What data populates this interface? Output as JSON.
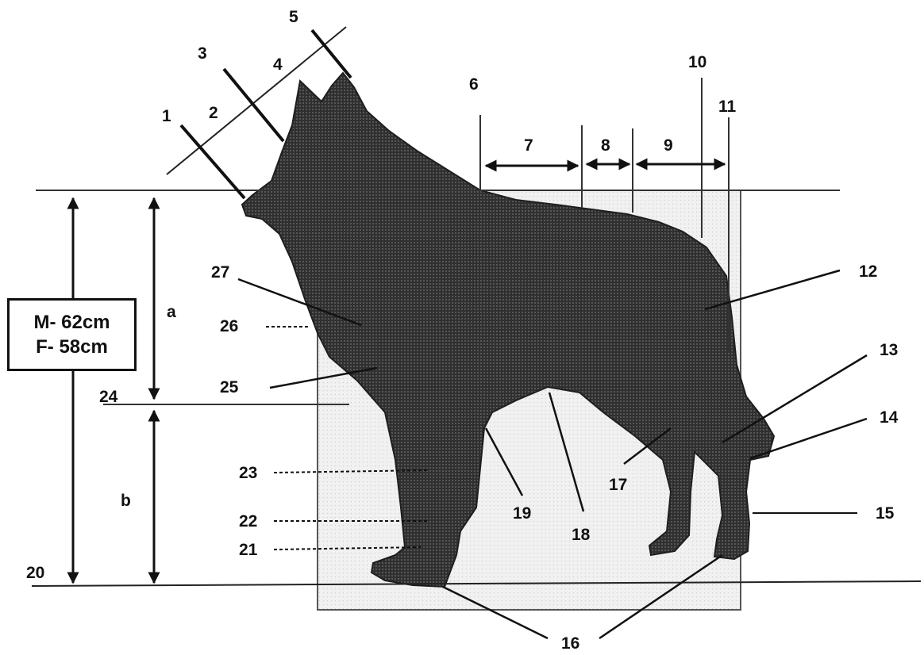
{
  "size_box": {
    "male": "M- 62cm",
    "female": "F- 58cm"
  },
  "height_labels": {
    "a": "a",
    "b": "b"
  },
  "points": {
    "p1": "1",
    "p2": "2",
    "p3": "3",
    "p4": "4",
    "p5": "5",
    "p6": "6",
    "p7": "7",
    "p8": "8",
    "p9": "9",
    "p10": "10",
    "p11": "11",
    "p12": "12",
    "p13": "13",
    "p14": "14",
    "p15": "15",
    "p16": "16",
    "p17": "17",
    "p18": "18",
    "p19": "19",
    "p20": "20",
    "p21": "21",
    "p22": "22",
    "p23": "23",
    "p24": "24",
    "p25": "25",
    "p26": "26",
    "p27": "27"
  }
}
